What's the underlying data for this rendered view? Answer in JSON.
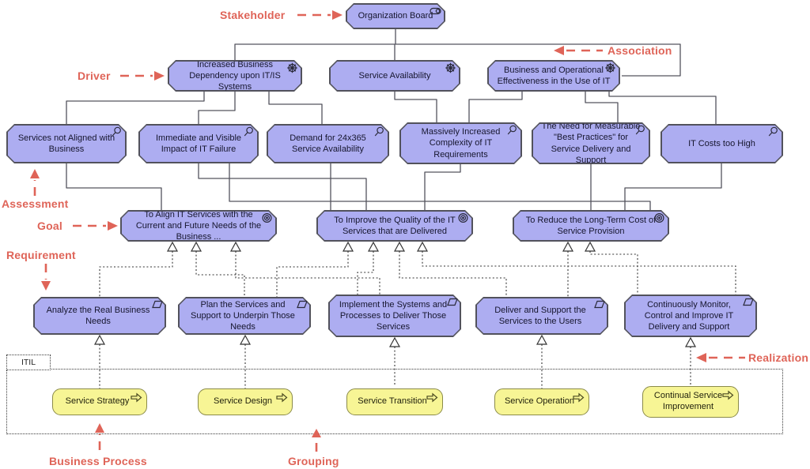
{
  "colors": {
    "element_fill": "#ADADF1",
    "element_border": "#52525C",
    "process_fill": "#F7F595",
    "process_border": "#8B8B49",
    "annotation": "#DF6458",
    "connector": "#53535D"
  },
  "annotations": {
    "stakeholder": "Stakeholder",
    "association": "Association",
    "driver": "Driver",
    "assessment": "Assessment",
    "goal": "Goal",
    "requirement": "Requirement",
    "realization": "Realization",
    "business_process": "Business Process",
    "grouping": "Grouping"
  },
  "stakeholder": {
    "label": "Organization Board"
  },
  "drivers": [
    {
      "label": "Increased Business Dependency upon IT/IS Systems"
    },
    {
      "label": "Service Availability"
    },
    {
      "label": "Business and Operational Effectiveness in the Use of IT"
    }
  ],
  "assessments": [
    {
      "label": "Services not Aligned with Business"
    },
    {
      "label": "Immediate and Visible Impact of IT Failure"
    },
    {
      "label": "Demand for 24x365 Service Availability"
    },
    {
      "label": "Massively Increased Complexity of IT Requirements"
    },
    {
      "label": "The Need for Measurable \"Best Practices\" for Service Delivery and Support"
    },
    {
      "label": "IT Costs too High"
    }
  ],
  "goals": [
    {
      "label": "To Align IT Services with the Current and Future Needs of the Business ..."
    },
    {
      "label": "To Improve the Quality of the IT Services that are Delivered"
    },
    {
      "label": "To Reduce the Long-Term Cost of Service Provision"
    }
  ],
  "requirements": [
    {
      "label": "Analyze the Real Business Needs"
    },
    {
      "label": "Plan the Services and Support to Underpin Those Needs"
    },
    {
      "label": "Implement the Systems and Processes to Deliver Those Services"
    },
    {
      "label": "Deliver and Support the Services to the Users"
    },
    {
      "label": "Continuously Monitor, Control and Improve IT Delivery and Support"
    }
  ],
  "group": {
    "label": "ITIL"
  },
  "processes": [
    {
      "label": "Service Strategy"
    },
    {
      "label": "Service Design"
    },
    {
      "label": "Service Transition"
    },
    {
      "label": "Service Operation"
    },
    {
      "label": "Continual Service Improvement"
    }
  ]
}
